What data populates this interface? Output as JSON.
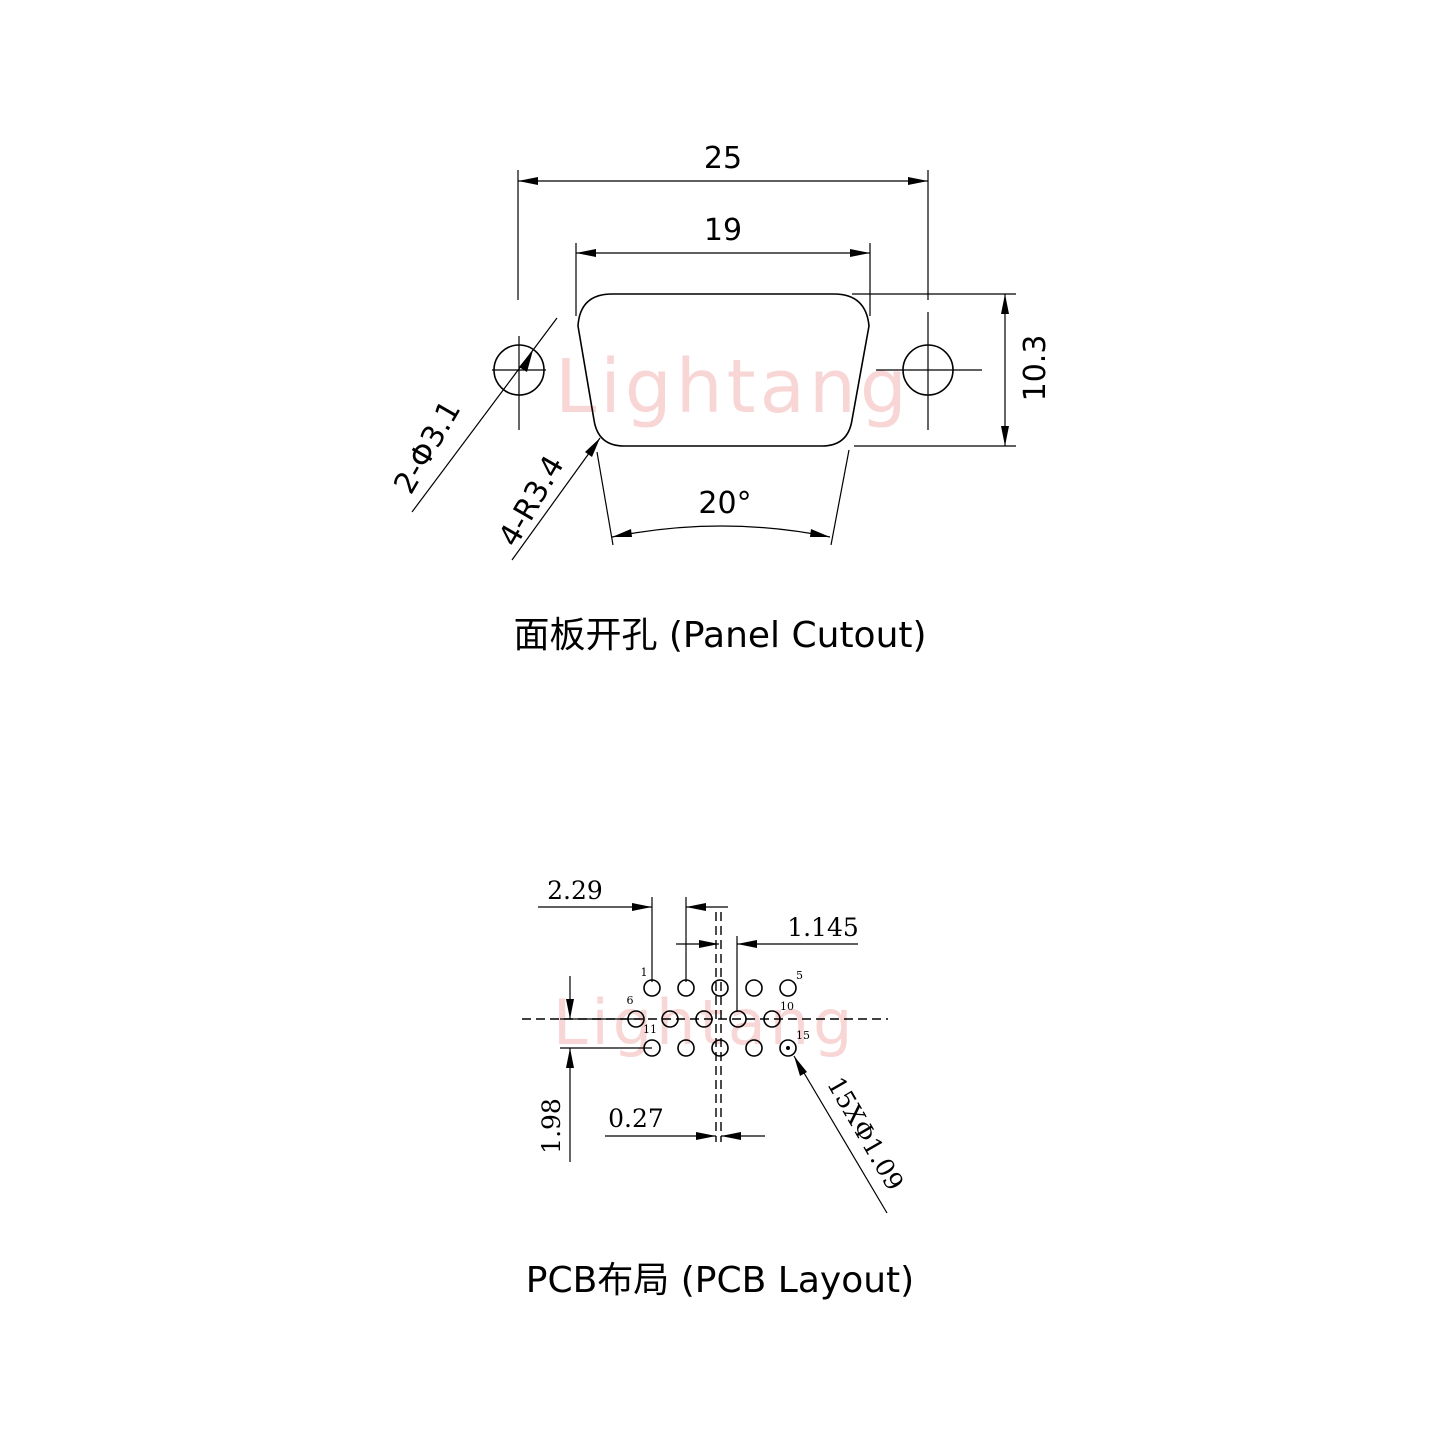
{
  "watermark": "Lightang",
  "panel_cutout": {
    "caption": "面板开孔 (Panel Cutout)",
    "dims": {
      "overall_width": "25",
      "cutout_width": "19",
      "height": "10.3",
      "hole_dia": "2-Φ3.1",
      "corner_radius": "4-R3.4",
      "angle": "20°"
    }
  },
  "pcb_layout": {
    "caption": "PCB布局 (PCB Layout)",
    "dims": {
      "col_pitch": "2.29",
      "half_pitch": "1.145",
      "row_spacing": "1.98",
      "offset": "0.27",
      "pin_dia": "15XΦ1.09"
    },
    "pins": [
      {
        "num": "1",
        "row": 0,
        "col": 0
      },
      {
        "num": "",
        "row": 0,
        "col": 1
      },
      {
        "num": "",
        "row": 0,
        "col": 2
      },
      {
        "num": "",
        "row": 0,
        "col": 3
      },
      {
        "num": "5",
        "row": 0,
        "col": 4
      },
      {
        "num": "6",
        "row": 1,
        "col": 0
      },
      {
        "num": "",
        "row": 1,
        "col": 1
      },
      {
        "num": "",
        "row": 1,
        "col": 2
      },
      {
        "num": "",
        "row": 1,
        "col": 3
      },
      {
        "num": "10",
        "row": 1,
        "col": 4
      },
      {
        "num": "11",
        "row": 2,
        "col": 0
      },
      {
        "num": "",
        "row": 2,
        "col": 1
      },
      {
        "num": "",
        "row": 2,
        "col": 2
      },
      {
        "num": "",
        "row": 2,
        "col": 3
      },
      {
        "num": "15",
        "row": 2,
        "col": 4
      }
    ]
  }
}
